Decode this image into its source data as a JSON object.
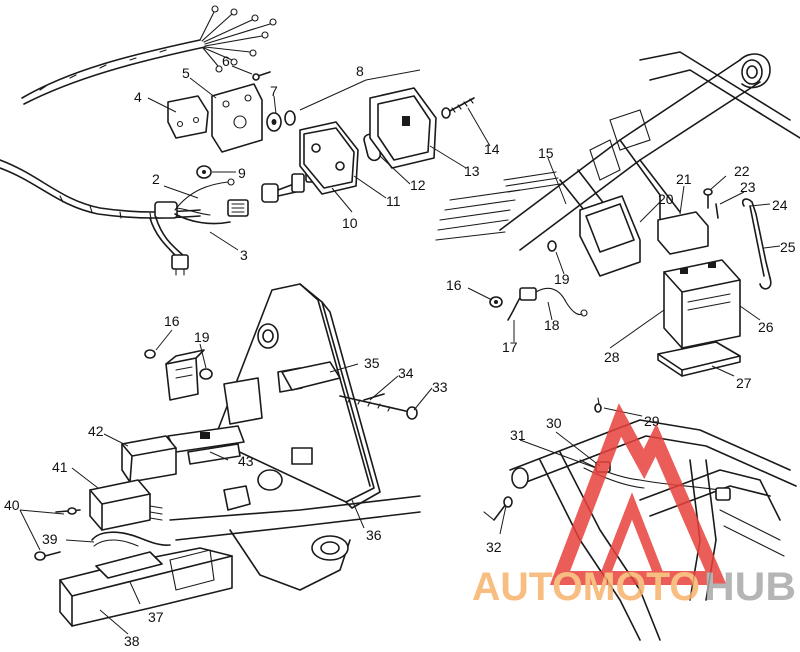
{
  "callouts": [
    {
      "id": "2",
      "text": "2"
    },
    {
      "id": "3",
      "text": "3"
    },
    {
      "id": "4",
      "text": "4"
    },
    {
      "id": "5",
      "text": "5"
    },
    {
      "id": "6",
      "text": "6"
    },
    {
      "id": "7",
      "text": "7"
    },
    {
      "id": "8",
      "text": "8"
    },
    {
      "id": "9",
      "text": "9"
    },
    {
      "id": "10",
      "text": "10"
    },
    {
      "id": "11",
      "text": "11"
    },
    {
      "id": "12",
      "text": "12"
    },
    {
      "id": "13",
      "text": "13"
    },
    {
      "id": "14",
      "text": "14"
    },
    {
      "id": "15",
      "text": "15"
    },
    {
      "id": "16a",
      "text": "16"
    },
    {
      "id": "16b",
      "text": "16"
    },
    {
      "id": "17",
      "text": "17"
    },
    {
      "id": "18",
      "text": "18"
    },
    {
      "id": "19a",
      "text": "19"
    },
    {
      "id": "19b",
      "text": "19"
    },
    {
      "id": "20",
      "text": "20"
    },
    {
      "id": "21",
      "text": "21"
    },
    {
      "id": "22",
      "text": "22"
    },
    {
      "id": "23",
      "text": "23"
    },
    {
      "id": "24",
      "text": "24"
    },
    {
      "id": "25",
      "text": "25"
    },
    {
      "id": "26",
      "text": "26"
    },
    {
      "id": "27",
      "text": "27"
    },
    {
      "id": "28",
      "text": "28"
    },
    {
      "id": "29",
      "text": "29"
    },
    {
      "id": "30",
      "text": "30"
    },
    {
      "id": "31",
      "text": "31"
    },
    {
      "id": "32",
      "text": "32"
    },
    {
      "id": "33",
      "text": "33"
    },
    {
      "id": "34",
      "text": "34"
    },
    {
      "id": "35",
      "text": "35"
    },
    {
      "id": "36",
      "text": "36"
    },
    {
      "id": "37",
      "text": "37"
    },
    {
      "id": "38",
      "text": "38"
    },
    {
      "id": "39",
      "text": "39"
    },
    {
      "id": "40",
      "text": "40"
    },
    {
      "id": "41",
      "text": "41"
    },
    {
      "id": "42",
      "text": "42"
    },
    {
      "id": "43",
      "text": "43"
    }
  ],
  "watermark": {
    "part1": "AUTOMOTO",
    "part2": "HUB",
    "color_part1": "#f7b26a",
    "color_part2": "#a9a9a9",
    "logo_color": "#e8413c"
  }
}
